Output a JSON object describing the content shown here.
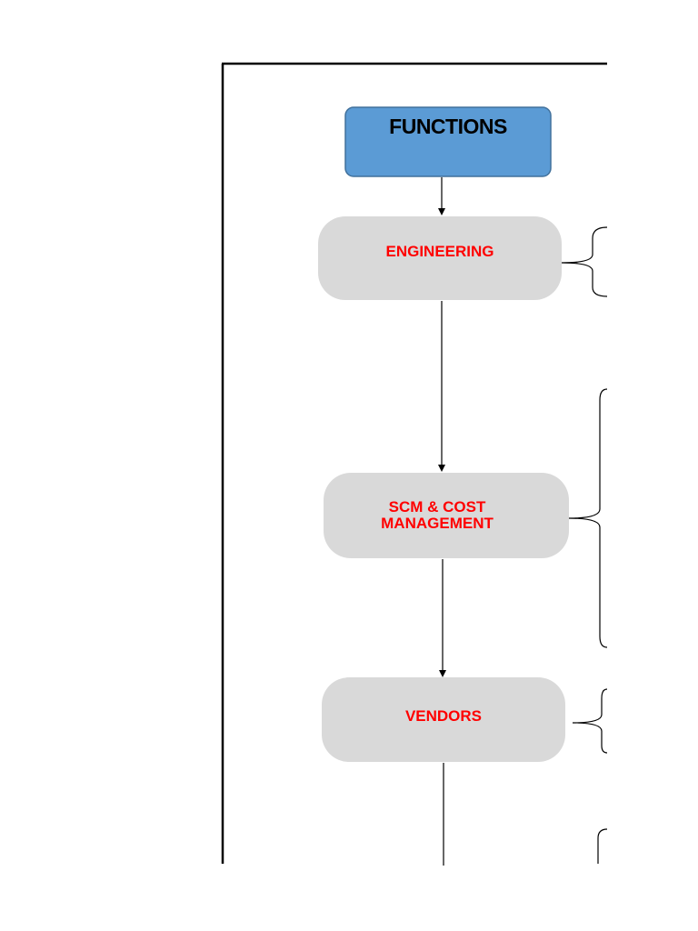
{
  "diagram": {
    "nodes": {
      "functions": "FUNCTIONS",
      "engineering": "ENGINEERING",
      "scm": "SCM & COST\nMANAGEMENT",
      "vendors": "VENDORS"
    },
    "colors": {
      "header_fill": "#5b9bd5",
      "header_stroke": "#41719c",
      "node_fill": "#d9d9d9",
      "node_text": "#ff0000",
      "header_text": "#000000",
      "line": "#000000"
    }
  }
}
